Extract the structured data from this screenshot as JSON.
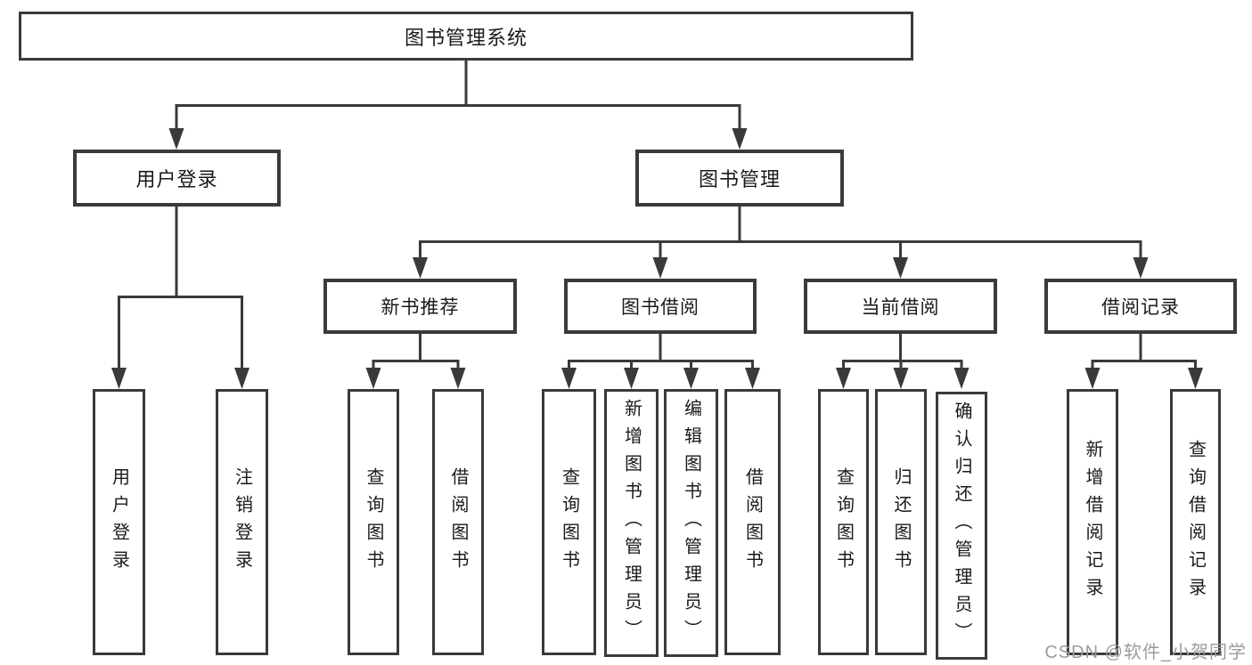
{
  "tree": {
    "root": {
      "label": "图书管理系统",
      "children": [
        {
          "label": "用户登录",
          "children": [
            {
              "label": "用户登录"
            },
            {
              "label": "注销登录"
            }
          ]
        },
        {
          "label": "图书管理",
          "children": [
            {
              "label": "新书推荐",
              "children": [
                {
                  "label": "查询图书"
                },
                {
                  "label": "借阅图书"
                }
              ]
            },
            {
              "label": "图书借阅",
              "children": [
                {
                  "label": "查询图书"
                },
                {
                  "label": "新增图书（管理员）"
                },
                {
                  "label": "编辑图书（管理员）"
                },
                {
                  "label": "借阅图书"
                }
              ]
            },
            {
              "label": "当前借阅",
              "children": [
                {
                  "label": "查询图书"
                },
                {
                  "label": "归还图书"
                },
                {
                  "label": "确认归还（管理员）"
                }
              ]
            },
            {
              "label": "借阅记录",
              "children": [
                {
                  "label": "新增借阅记录"
                },
                {
                  "label": "查询借阅记录"
                }
              ]
            }
          ]
        }
      ]
    }
  },
  "watermark": "CSDN @软件_小贺同学",
  "colors": {
    "line": "#3a3a3a",
    "text": "#1a1a1a",
    "watermark": "#9b9b9b",
    "background": "#ffffff"
  }
}
